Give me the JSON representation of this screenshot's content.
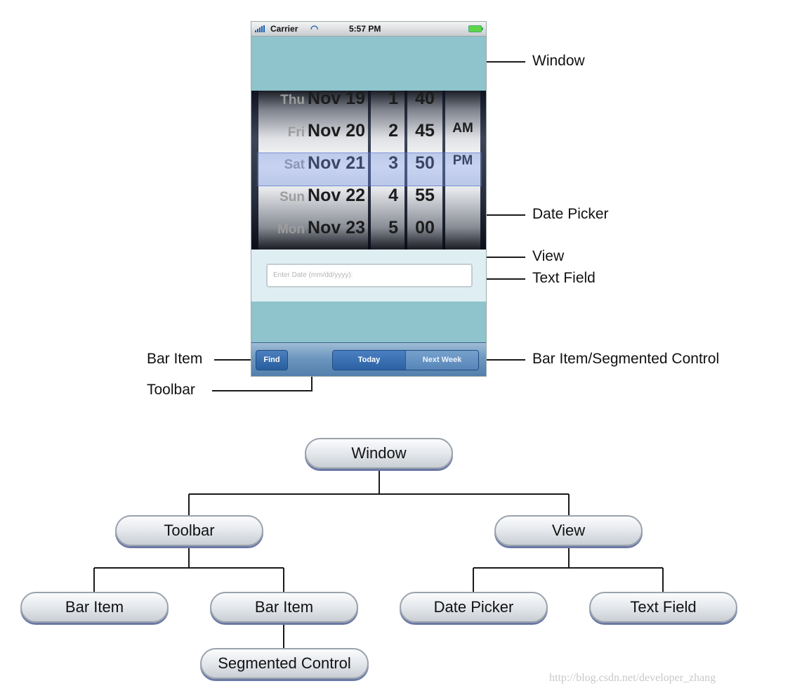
{
  "phone": {
    "status_bar": {
      "carrier": "Carrier",
      "time": "5:57 PM",
      "wifi_icon": "wifi-icon",
      "signal_icon": "signal-icon",
      "battery_icon": "battery-icon"
    },
    "date_picker": {
      "date_rows": [
        {
          "day": "Thu",
          "date": "Nov 19"
        },
        {
          "day": "Fri",
          "date": "Nov 20"
        },
        {
          "day": "Sat",
          "date": "Nov 21"
        },
        {
          "day": "Sun",
          "date": "Nov 22"
        },
        {
          "day": "Mon",
          "date": "Nov 23"
        }
      ],
      "hours": [
        "1",
        "2",
        "3",
        "4",
        "5"
      ],
      "minutes": [
        "40",
        "45",
        "50",
        "55",
        "00"
      ],
      "ampm": [
        "AM",
        "PM"
      ]
    },
    "text_field": {
      "placeholder": "Enter Date (mm/dd/yyyy):"
    },
    "toolbar": {
      "find_label": "Find",
      "segments": [
        "Today",
        "Next Week"
      ]
    }
  },
  "callouts": {
    "window": "Window",
    "date_picker": "Date Picker",
    "view": "View",
    "text_field": "Text Field",
    "bar_item": "Bar Item",
    "toolbar": "Toolbar",
    "bar_item_segmented": "Bar Item/Segmented Control"
  },
  "hierarchy": {
    "root": "Window",
    "toolbar": "Toolbar",
    "view": "View",
    "bar_item_1": "Bar Item",
    "bar_item_2": "Bar Item",
    "segmented_control": "Segmented Control",
    "date_picker": "Date Picker",
    "text_field": "Text Field"
  },
  "watermark": "http://blog.csdn.net/developer_zhang"
}
